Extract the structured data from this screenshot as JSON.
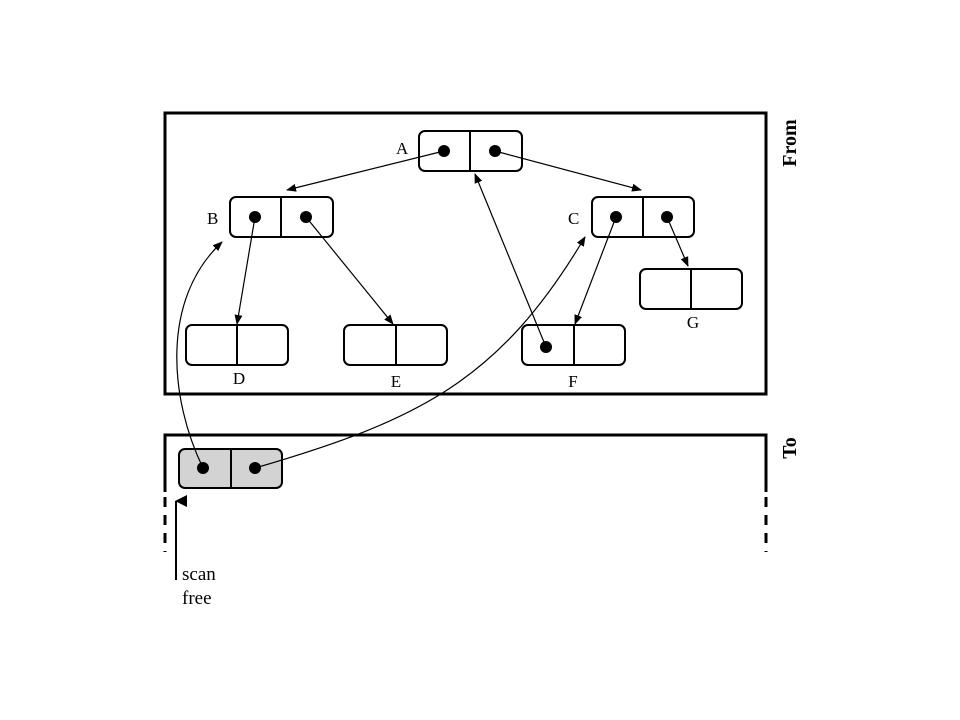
{
  "regions": {
    "from_label": "From",
    "to_label": "To"
  },
  "nodes": {
    "A": "A",
    "B": "B",
    "C": "C",
    "D": "D",
    "E": "E",
    "F": "F",
    "G": "G"
  },
  "pointer_caption": {
    "line1": "scan",
    "line2": "free"
  },
  "colors": {
    "copied_node_fill": "#d3d3d3",
    "node_fill": "#ffffff",
    "stroke": "#000000"
  }
}
